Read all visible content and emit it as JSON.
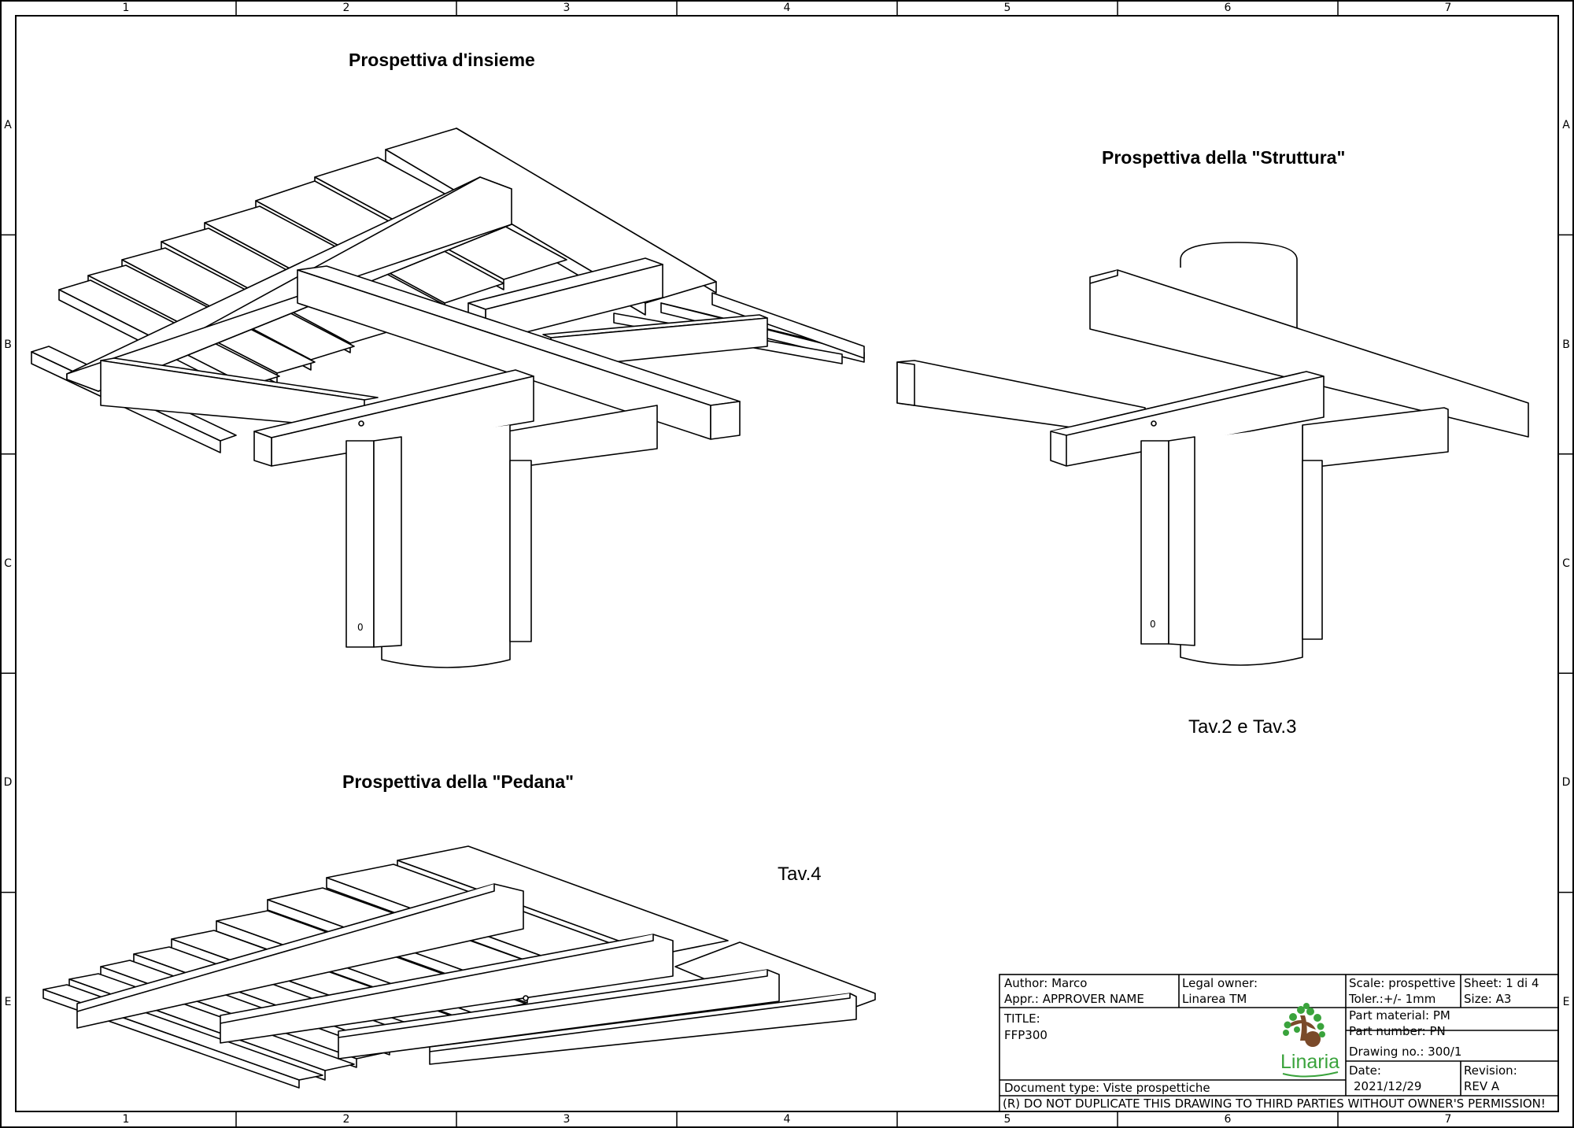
{
  "grid": {
    "columns": [
      "1",
      "2",
      "3",
      "4",
      "5",
      "6",
      "7"
    ],
    "rows": [
      "A",
      "B",
      "C",
      "D",
      "E"
    ]
  },
  "views": {
    "assembly_title": "Prospettiva d'insieme",
    "structure_title": "Prospettiva della \"Struttura\"",
    "platform_title": "Prospettiva della \"Pedana\"",
    "structure_ref": "Tav.2 e Tav.3",
    "platform_ref": "Tav.4",
    "hole_label": "0"
  },
  "title_block": {
    "author_label": "Author:",
    "author_value": "Marco",
    "appr_label": "Appr.:",
    "appr_value": "APPROVER NAME",
    "legal_owner_label": "Legal owner:",
    "legal_owner_value": "Linarea TM",
    "scale_label": "Scale:",
    "scale_value": "prospettive",
    "toler_label": "Toler.:",
    "toler_value": "+/- 1mm",
    "sheet_label": "Sheet:",
    "sheet_value": "1 di 4",
    "size_label": "Size:",
    "size_value": "A3",
    "title_label": "TITLE:",
    "title_value": "FFP300",
    "part_material_label": "Part material:",
    "part_material_value": "PM",
    "part_number_label": "Part number:",
    "part_number_value": "PN",
    "drawing_no_label": "Drawing no.:",
    "drawing_no_value": "300/1",
    "date_label": "Date:",
    "date_value": "2021/12/29",
    "revision_label": "Revision:",
    "revision_value": "REV A",
    "doc_type_label": "Document type:",
    "doc_type_value": "Viste prospettiche",
    "logo_text": "Linaria",
    "notice": "(R) DO NOT DUPLICATE THIS DRAWING TO THIRD PARTIES WITHOUT OWNER'S PERMISSION!",
    "logo_colors": {
      "green": "#3aa33c",
      "brown": "#7a4a2a"
    }
  }
}
